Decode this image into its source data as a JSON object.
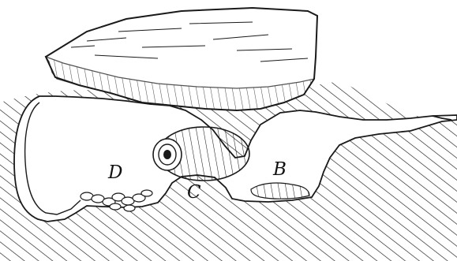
{
  "labels": {
    "b": "B",
    "c": "C",
    "d": "D"
  },
  "colors": {
    "ink": "#1a1a1a",
    "paper": "#ffffff"
  }
}
